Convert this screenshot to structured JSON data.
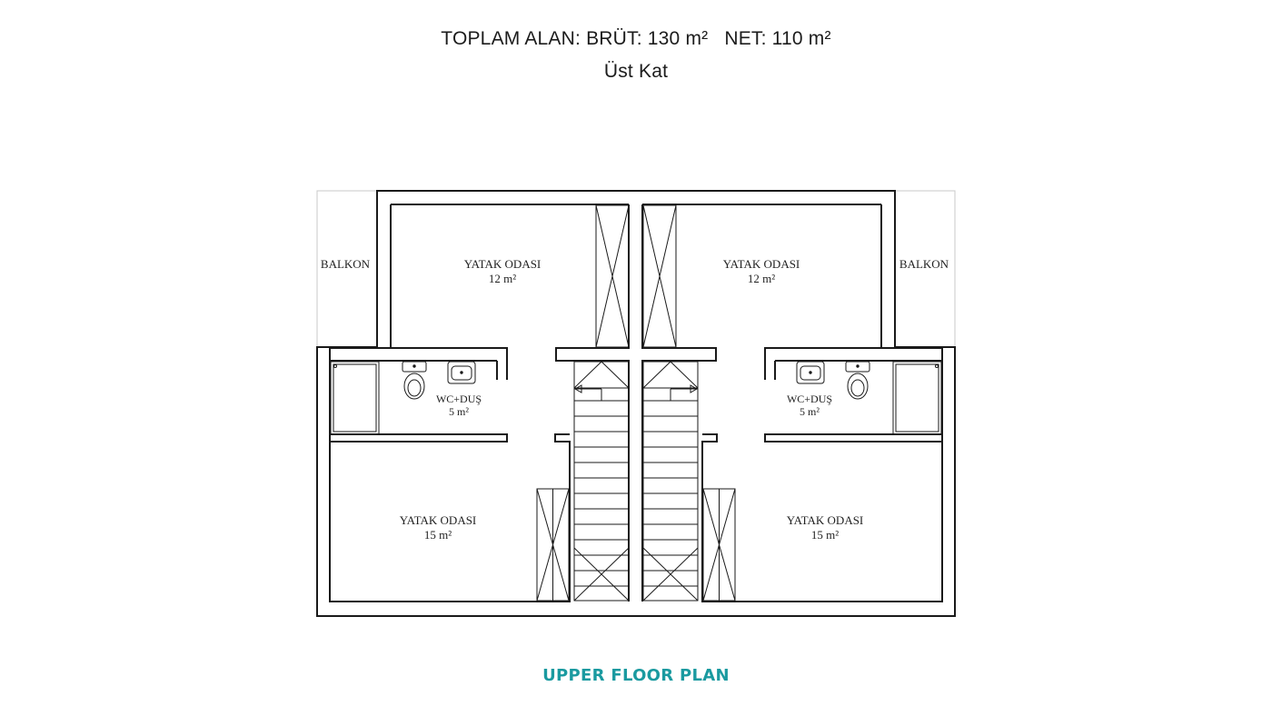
{
  "header": {
    "area_brut": "TOPLAM ALAN: BRÜT: 130 m²",
    "area_net": "NET: 110 m²",
    "floor_name": "Üst Kat"
  },
  "rooms": {
    "balkon_left": "BALKON",
    "balkon_right": "BALKON",
    "bedroom_top_left": {
      "name": "YATAK ODASI",
      "area": "12 m²"
    },
    "bedroom_top_right": {
      "name": "YATAK ODASI",
      "area": "12 m²"
    },
    "wc_left": {
      "name": "WC+DUŞ",
      "area": "5 m²"
    },
    "wc_right": {
      "name": "WC+DUŞ",
      "area": "5 m²"
    },
    "bedroom_bottom_left": {
      "name": "YATAK ODASI",
      "area": "15 m²"
    },
    "bedroom_bottom_right": {
      "name": "YATAK ODASI",
      "area": "15 m²"
    }
  },
  "footer": {
    "title": "UPPER FLOOR PLAN"
  },
  "colors": {
    "title_accent": "#1a9aa0",
    "wall": "#1a1a1a"
  }
}
